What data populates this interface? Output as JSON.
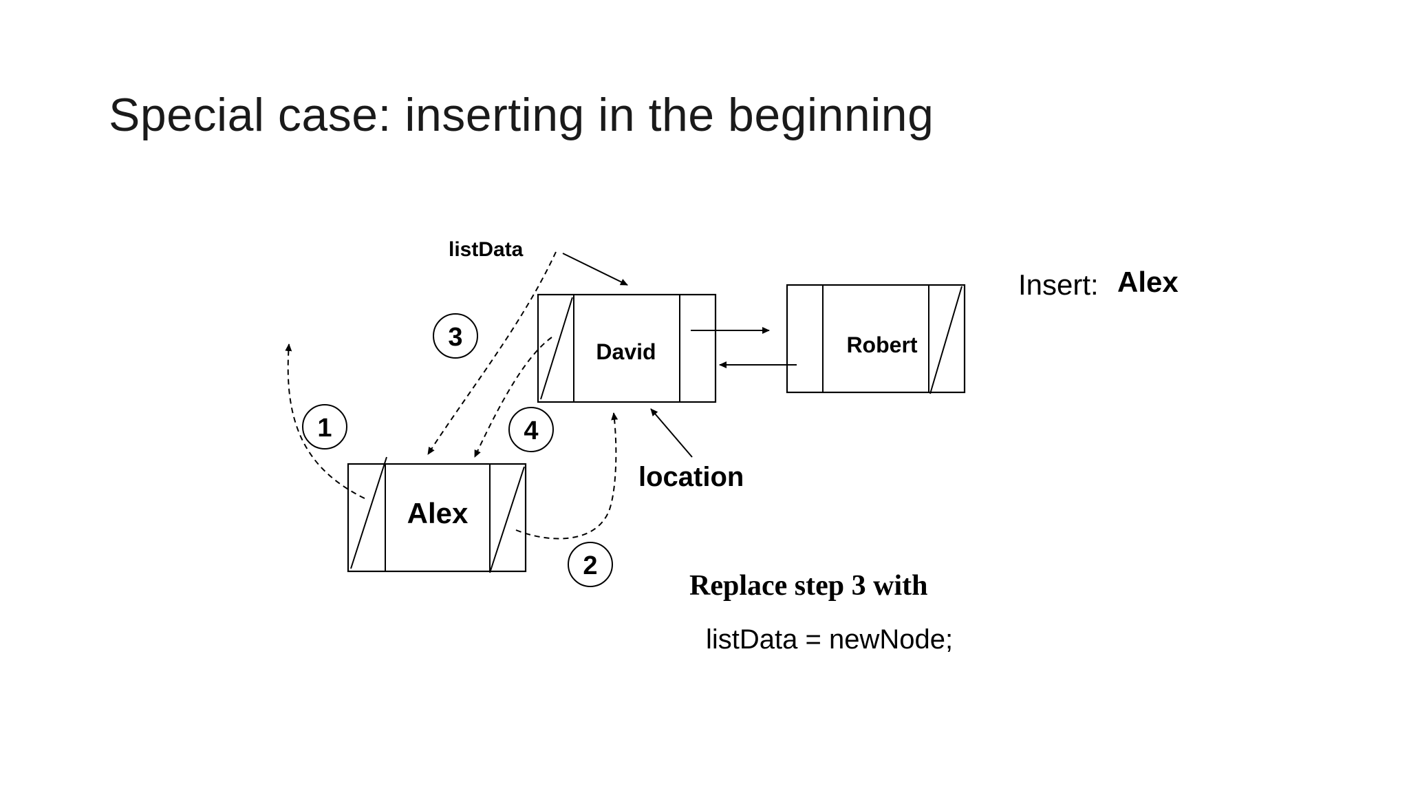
{
  "slide": {
    "title": "Special case: inserting in the beginning"
  },
  "diagram": {
    "nodes": {
      "alex": "Alex",
      "david": "David",
      "robert": "Robert"
    },
    "pointers": {
      "list_data": "listData",
      "location": "location"
    },
    "steps": [
      "1",
      "2",
      "3",
      "4"
    ],
    "insert_label": "Insert:",
    "insert_value": "Alex",
    "note_heading": "Replace step 3 with",
    "note_code": "listData = newNode;"
  }
}
